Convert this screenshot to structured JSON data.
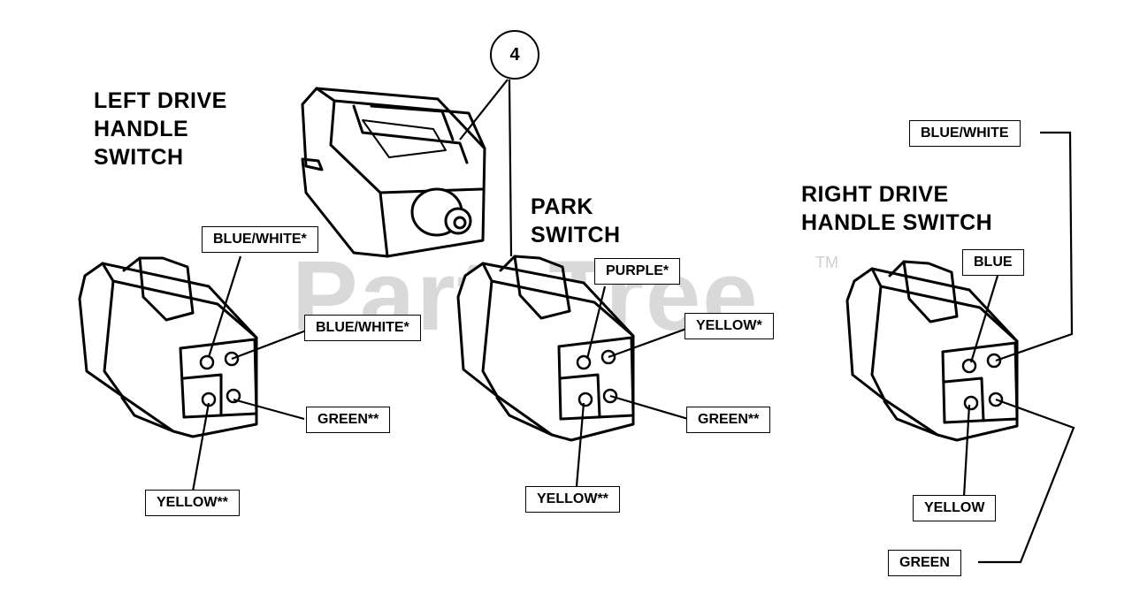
{
  "watermark": {
    "text": "PartsTree",
    "tm": "TM"
  },
  "callout": {
    "number": "4"
  },
  "titles": {
    "left": "LEFT DRIVE\nHANDLE\nSWITCH",
    "park": "PARK\nSWITCH",
    "right": "RIGHT DRIVE\nHANDLE SWITCH"
  },
  "labels": {
    "left_blue_white_top": "BLUE/WHITE*",
    "left_blue_white_right": "BLUE/WHITE*",
    "left_green": "GREEN**",
    "left_yellow": "YELLOW**",
    "park_purple": "PURPLE*",
    "park_yellow_right": "YELLOW*",
    "park_green": "GREEN**",
    "park_yellow_bottom": "YELLOW**",
    "right_blue_white": "BLUE/WHITE",
    "right_blue": "BLUE",
    "right_yellow": "YELLOW",
    "right_green": "GREEN"
  }
}
